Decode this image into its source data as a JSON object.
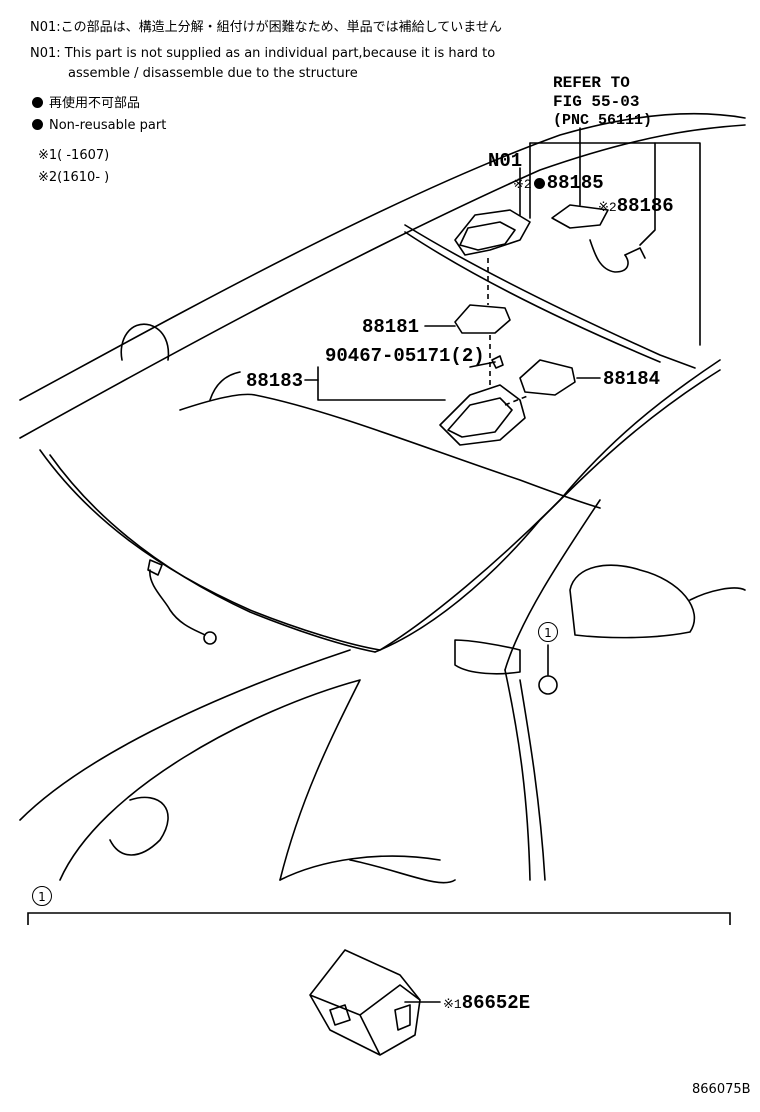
{
  "notes": {
    "n01_jp": "N01:この部品は、構造上分解・組付けが困難なため、単品では補給していません",
    "n01_en_line1": "N01: This part is not supplied as an individual part,because it is hard to",
    "n01_en_line2": "assemble / disassemble due to the structure"
  },
  "legend": {
    "nonreusable_jp": "再使用不可部品",
    "nonreusable_en": "Non-reusable part",
    "range1": "※1(   -1607)",
    "range2": "※2(1610-   )"
  },
  "refer": {
    "line1": "REFER TO",
    "line2": "FIG 55-03",
    "line3": "(PNC 56111)"
  },
  "parts": {
    "n01": "N01",
    "p88185_prefix": "※2",
    "p88185": "88185",
    "p88186_prefix": "※2",
    "p88186": "88186",
    "p88181": "88181",
    "p90467": "90467-05171(2)",
    "p88183": "88183",
    "p88184": "88184",
    "p86652_prefix": "※1",
    "p86652": "86652E"
  },
  "callouts": {
    "main": "1",
    "detail": "1"
  },
  "figure_code": "866075B"
}
